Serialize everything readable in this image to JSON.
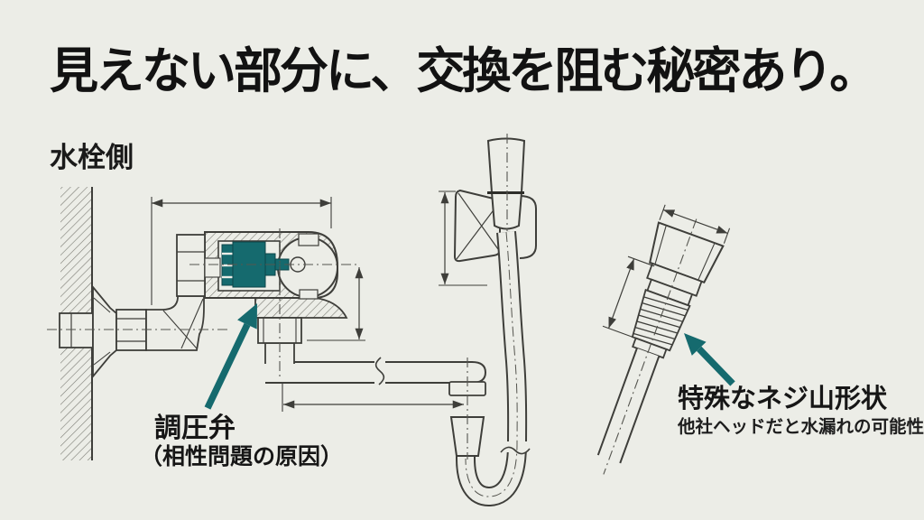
{
  "slide": {
    "title": "見えない部分に、交換を阻む秘密あり。"
  },
  "left_diagram": {
    "side_label": "水栓側",
    "callout": {
      "title": "調圧弁",
      "note": "（相性問題の原因）"
    }
  },
  "right_diagram": {
    "callout": {
      "title": "特殊なネジ山形状",
      "note": "他社ヘッドだと水漏れの可能性"
    }
  },
  "icons": {
    "left_pointer": "teal-arrow-up-right",
    "right_pointer": "teal-arrow-up-left"
  },
  "colors": {
    "background": "#ecede7",
    "line": "#3e3e3a",
    "hatch": "#7a7a73",
    "accent_teal": "#156a6e",
    "text": "#161616"
  }
}
